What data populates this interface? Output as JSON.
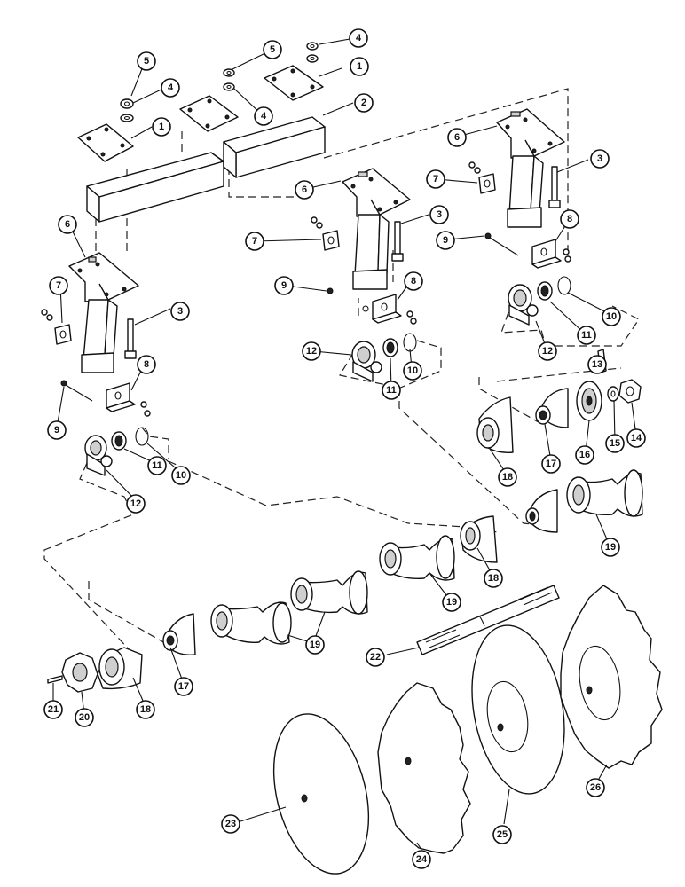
{
  "diagram": {
    "callouts": [
      {
        "id": "c1a",
        "text": "1"
      },
      {
        "id": "c1b",
        "text": "1"
      },
      {
        "id": "c2",
        "text": "2"
      },
      {
        "id": "c3a",
        "text": "3"
      },
      {
        "id": "c3b",
        "text": "3"
      },
      {
        "id": "c3c",
        "text": "3"
      },
      {
        "id": "c4a",
        "text": "4"
      },
      {
        "id": "c4b",
        "text": "4"
      },
      {
        "id": "c4c",
        "text": "4"
      },
      {
        "id": "c5a",
        "text": "5"
      },
      {
        "id": "c5b",
        "text": "5"
      },
      {
        "id": "c6a",
        "text": "6"
      },
      {
        "id": "c6b",
        "text": "6"
      },
      {
        "id": "c6c",
        "text": "6"
      },
      {
        "id": "c7a",
        "text": "7"
      },
      {
        "id": "c7b",
        "text": "7"
      },
      {
        "id": "c7c",
        "text": "7"
      },
      {
        "id": "c8a",
        "text": "8"
      },
      {
        "id": "c8b",
        "text": "8"
      },
      {
        "id": "c8c",
        "text": "8"
      },
      {
        "id": "c9a",
        "text": "9"
      },
      {
        "id": "c9b",
        "text": "9"
      },
      {
        "id": "c9c",
        "text": "9"
      },
      {
        "id": "c10a",
        "text": "10"
      },
      {
        "id": "c10b",
        "text": "10"
      },
      {
        "id": "c10c",
        "text": "10"
      },
      {
        "id": "c11a",
        "text": "11"
      },
      {
        "id": "c11b",
        "text": "11"
      },
      {
        "id": "c11c",
        "text": "11"
      },
      {
        "id": "c12a",
        "text": "12"
      },
      {
        "id": "c12b",
        "text": "12"
      },
      {
        "id": "c12c",
        "text": "12"
      },
      {
        "id": "c13",
        "text": "13"
      },
      {
        "id": "c14",
        "text": "14"
      },
      {
        "id": "c15",
        "text": "15"
      },
      {
        "id": "c16",
        "text": "16"
      },
      {
        "id": "c17a",
        "text": "17"
      },
      {
        "id": "c17b",
        "text": "17"
      },
      {
        "id": "c18a",
        "text": "18"
      },
      {
        "id": "c18b",
        "text": "18"
      },
      {
        "id": "c18c",
        "text": "18"
      },
      {
        "id": "c19a",
        "text": "19"
      },
      {
        "id": "c19b",
        "text": "19"
      },
      {
        "id": "c19c",
        "text": "19"
      },
      {
        "id": "c20",
        "text": "20"
      },
      {
        "id": "c21",
        "text": "21"
      },
      {
        "id": "c22",
        "text": "22"
      },
      {
        "id": "c23",
        "text": "23"
      },
      {
        "id": "c24",
        "text": "24"
      },
      {
        "id": "c25",
        "text": "25"
      },
      {
        "id": "c26",
        "text": "26"
      }
    ]
  }
}
